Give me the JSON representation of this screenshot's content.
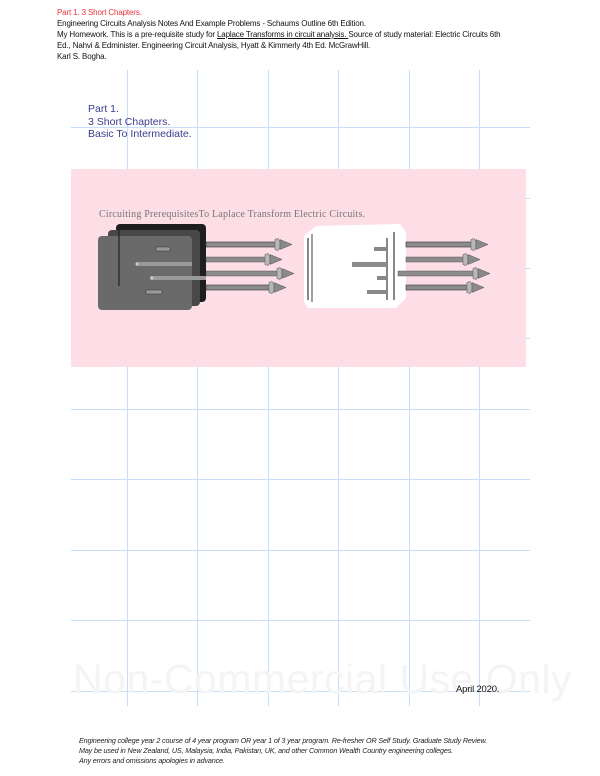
{
  "header": {
    "title_line": "Part 1. 3 Short Chapters.",
    "line2": "Engineering Circuits Analysis Notes And Example Problems - Schaums Outline 6th Edition.",
    "line3_prefix": "My Homework. This is a pre-requisite study for ",
    "line3_link": "Laplace Transforms in circuit analysis. ",
    "line3_suffix": "Source of study material: Electric Circuits 6th",
    "line4": "Ed., Nahvi & Edminister. Engineering Circuit Analysis, Hyatt & Kimmerly 4th Ed. McGrawHill.",
    "author": "Karl S. Bogha."
  },
  "part_heading": {
    "line1": "Part 1.",
    "line2": "3 Short Chapters.",
    "line3": "Basic To Intermediate."
  },
  "banner": {
    "title": "Circuiting PrerequisitesTo Laplace Transform Electric Circuits.",
    "left_icon": "dark-plug-stack-icon",
    "right_icon": "white-plug-outline-icon",
    "background_color": "#fddde6"
  },
  "watermark": "Non-Commercial Use Only",
  "date": "April 2020.",
  "footer": {
    "line1": "Engineering college year 2 course of 4 year program OR year 1 of 3 year program. Re-fresher OR Self Study. Graduate Study Review.",
    "line2": "May be used in New Zealand, US, Malaysia, India, Pakistan, UK, and other Common Wealth Country engineering colleges.",
    "line3": "Any errors and omissions apologies in advance."
  },
  "colors": {
    "header_red": "#e8343e",
    "heading_blue": "#3a3d8f",
    "grid_line": "#c8ddf7"
  }
}
